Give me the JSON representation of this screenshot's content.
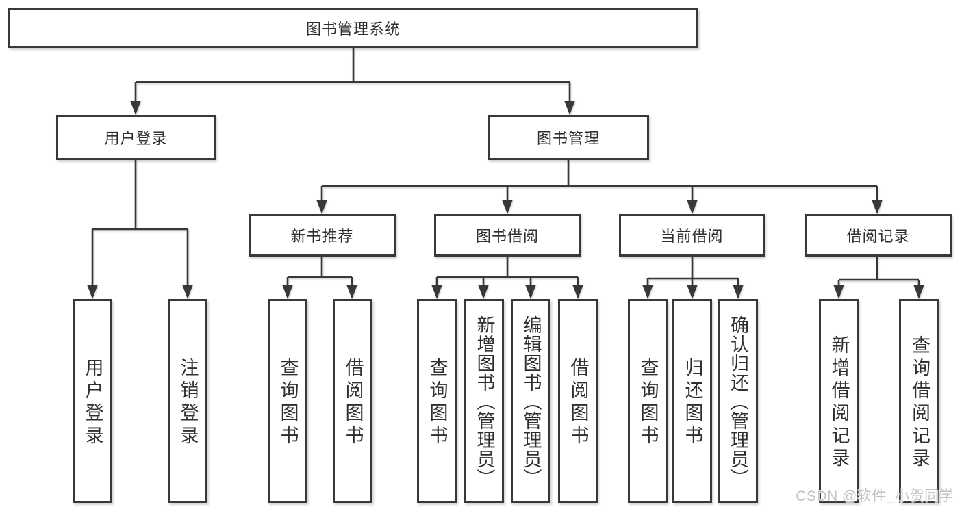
{
  "tree": {
    "label": "图书管理系统",
    "children": [
      {
        "label": "用户登录",
        "children": [
          {
            "label": "用户登录"
          },
          {
            "label": "注销登录"
          }
        ]
      },
      {
        "label": "图书管理",
        "children": [
          {
            "label": "新书推荐",
            "children": [
              {
                "label": "查询图书"
              },
              {
                "label": "借阅图书"
              }
            ]
          },
          {
            "label": "图书借阅",
            "children": [
              {
                "label": "查询图书"
              },
              {
                "label": "新增图书（管理员）"
              },
              {
                "label": "编辑图书（管理员）"
              },
              {
                "label": "借阅图书"
              }
            ]
          },
          {
            "label": "当前借阅",
            "children": [
              {
                "label": "查询图书"
              },
              {
                "label": "归还图书"
              },
              {
                "label": "确认归还（管理员）"
              }
            ]
          },
          {
            "label": "借阅记录",
            "children": [
              {
                "label": "新增借阅记录"
              },
              {
                "label": "查询借阅记录"
              }
            ]
          }
        ]
      }
    ]
  },
  "watermark": "CSDN @软件_小贺同学",
  "colors": {
    "bg": "#ffffff",
    "line": "#383838",
    "text": "#2f2f2f",
    "watermark": "#c2c2c2"
  }
}
